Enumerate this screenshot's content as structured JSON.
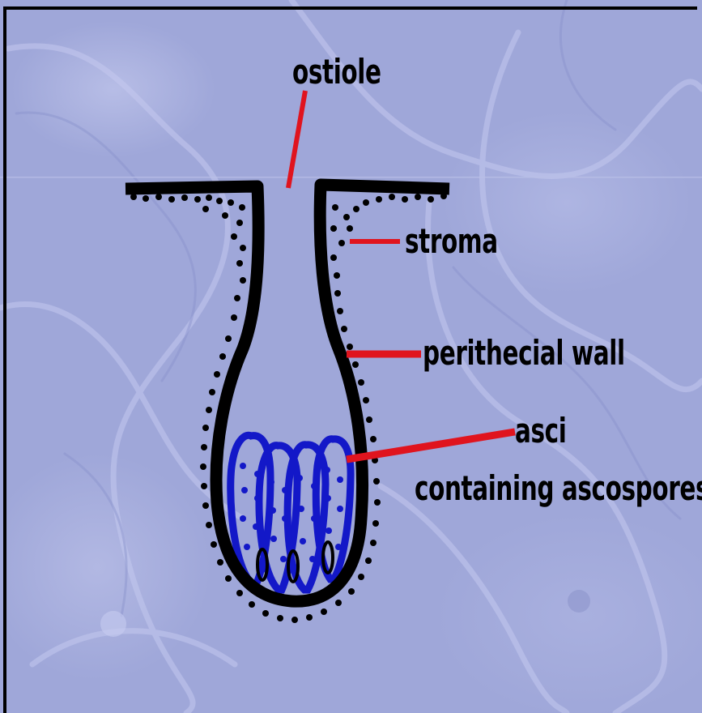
{
  "labels": {
    "ostiole": "ostiole",
    "stroma": "stroma",
    "perithecial_wall": "perithecial wall",
    "asci": "asci",
    "containing": "containing ascospores"
  },
  "colors": {
    "wall": "#000000",
    "pointer": "#e0141e",
    "asci": "#1318c8",
    "background": "#9fa7d9"
  }
}
